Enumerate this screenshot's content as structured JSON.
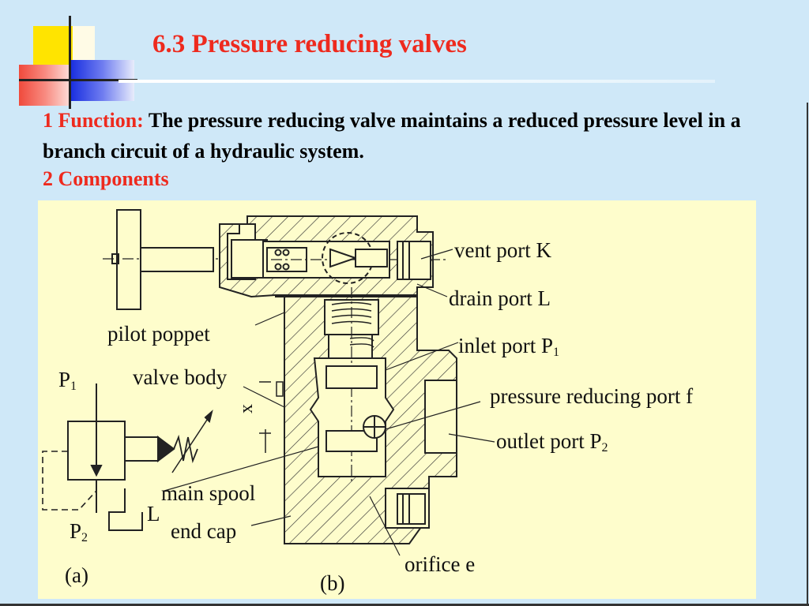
{
  "slide": {
    "title": "6.3 Pressure reducing valves",
    "function_heading": "1 Function:",
    "function_text": "The pressure reducing valve maintains a reduced pressure level in a branch circuit of a hydraulic system.",
    "components_heading": "2 Components"
  },
  "diagram": {
    "labels": {
      "vent_port": "vent port K",
      "drain_port": "drain port L",
      "inlet_port": "inlet port P",
      "inlet_port_sub": "1",
      "pressure_reducing_port": "pressure reducing port f",
      "outlet_port": "outlet port P",
      "outlet_port_sub": "2",
      "pilot_poppet": "pilot poppet",
      "valve_body": "valve body",
      "main_spool": "main spool",
      "end_cap": "end cap",
      "orifice": "orifice e",
      "x_mark": "x",
      "p1": "P",
      "p1_sub": "1",
      "p2": "P",
      "p2_sub": "2",
      "l_port": "L",
      "caption_a": "(a)",
      "caption_b": "(b)"
    }
  },
  "colors": {
    "background": "#cfe8f8",
    "title": "#ee2a1e",
    "panel": "#fefdcc",
    "logo_yellow": "#ffe400",
    "logo_red": "#f04a3c",
    "logo_blue": "#1a2fe0"
  }
}
